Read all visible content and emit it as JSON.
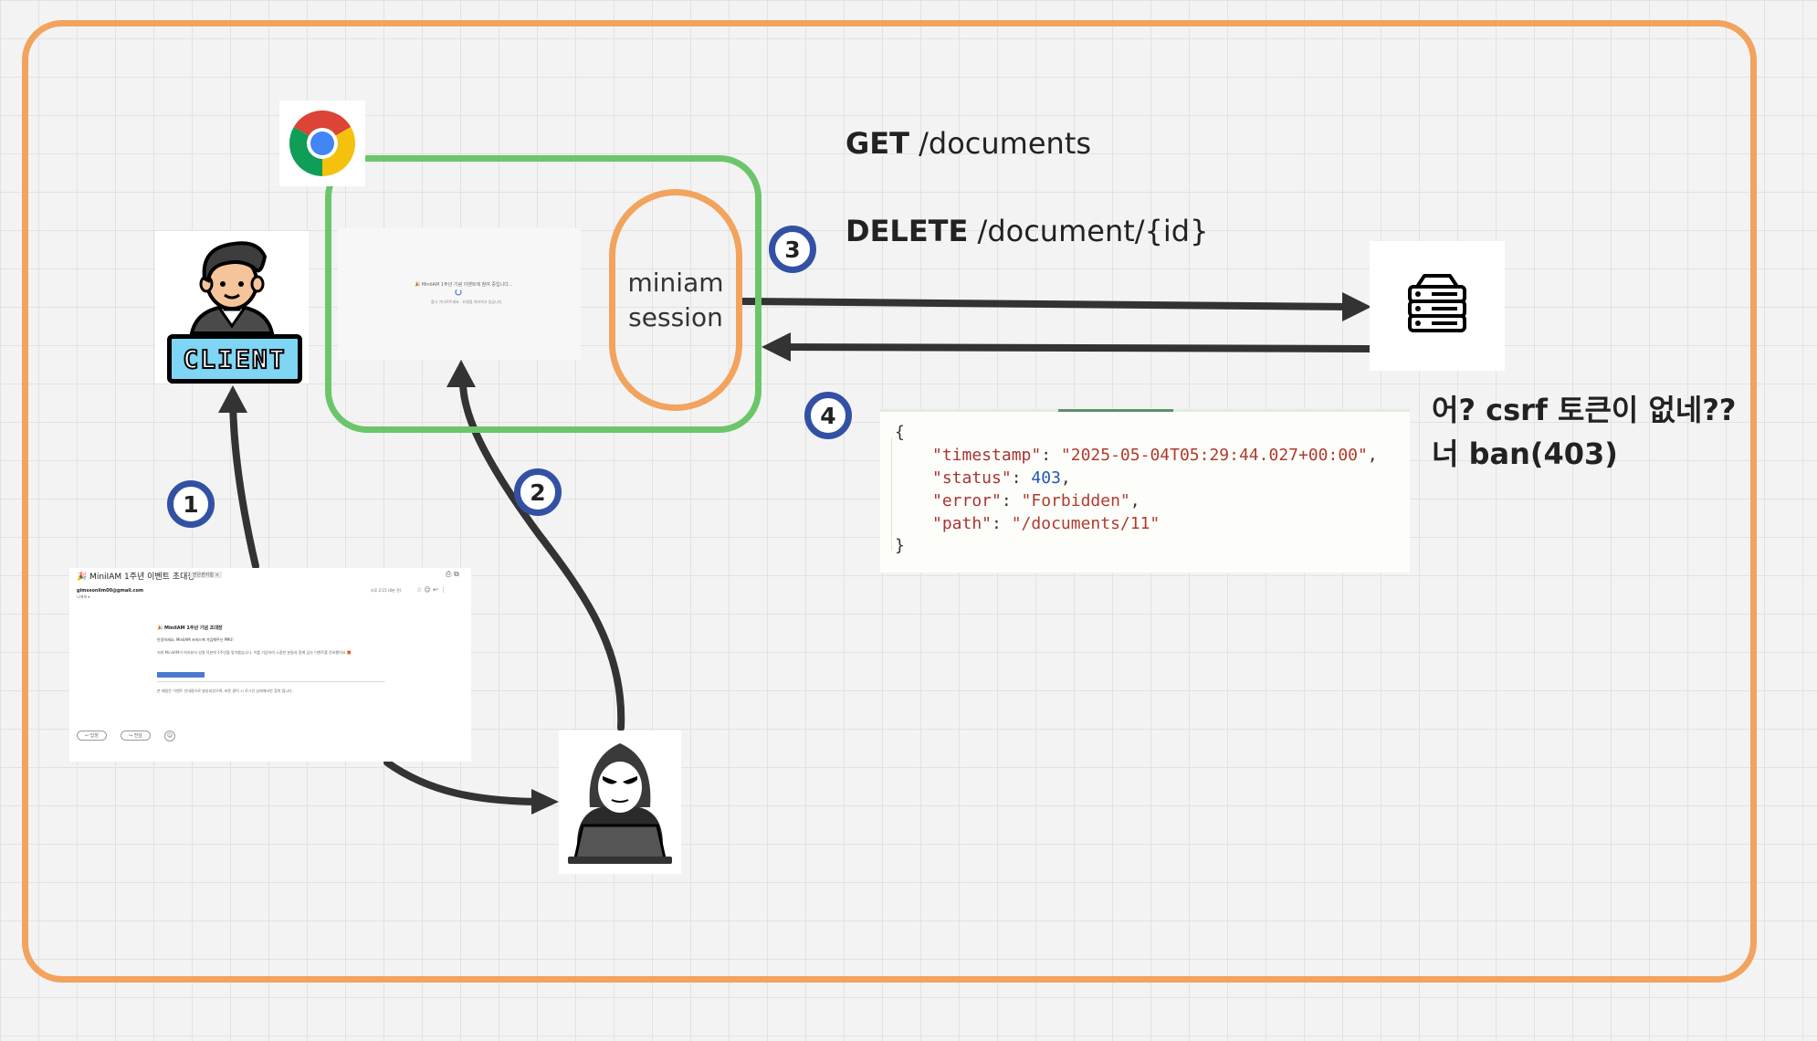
{
  "nodes": {
    "client_label": "CLIENT",
    "session": {
      "line1": "miniam",
      "line2": "session"
    }
  },
  "requests": [
    {
      "method": "GET",
      "path": "/documents"
    },
    {
      "method": "DELETE",
      "path": "/document/{id}"
    }
  ],
  "steps": [
    "1",
    "2",
    "3",
    "4"
  ],
  "response": {
    "open": "{",
    "close": "}",
    "fields": [
      {
        "key": "\"timestamp\"",
        "value": "\"2025-05-04T05:29:44.027+00:00\"",
        "type": "string"
      },
      {
        "key": "\"status\"",
        "value": "403",
        "type": "number"
      },
      {
        "key": "\"error\"",
        "value": "\"Forbidden\"",
        "type": "string"
      },
      {
        "key": "\"path\"",
        "value": "\"/documents/11\"",
        "type": "string"
      }
    ]
  },
  "remark": {
    "line1": "어? csrf 토큰이 없네??",
    "line2": "너 ban(403)"
  },
  "email": {
    "subject": "🎉 MiniIAM 1주년 이벤트 초대장",
    "label": "받은편지함 ×",
    "sender": "gimssonlim00@gmail.com",
    "recipient": "나에게 ▾",
    "date": "오후 2:15 (0분 전)",
    "heading": "🎉 MiniIAM 1주년 기념 초대장",
    "greeting": "안녕하세요, MiniIAM 서비스에 가입해주신 PMU!",
    "body": "저희 MiniIAM이 여러분의 성원 덕분에 1주년을 맞이했습니다. 이를 기념하여 소중한 분들과 함께 감사 이벤트를 준비했어요 🎁",
    "footer": "본 메일은 이벤트 안내용으로 발송되었으며, 버튼 클릭 시 로그인 상태에서만 참여 됩니다.",
    "reply": "↩ 답장",
    "forward": "↪ 전달"
  },
  "browser_page": {
    "title": "🎉 MiniIAM 1주년 기념 이벤트에 참여 중입니다...",
    "sub": "잠시 기다려주세요 · 요청을 처리하고 있습니다"
  },
  "colors": {
    "outer_frame": "#f2a35e",
    "browser_frame": "#6cc56b",
    "session_frame": "#f2a35e",
    "step_badge": "#3351a4",
    "arrow": "#333333"
  },
  "icons": [
    "chrome-icon",
    "client-avatar-icon",
    "server-icon",
    "hacker-icon"
  ]
}
